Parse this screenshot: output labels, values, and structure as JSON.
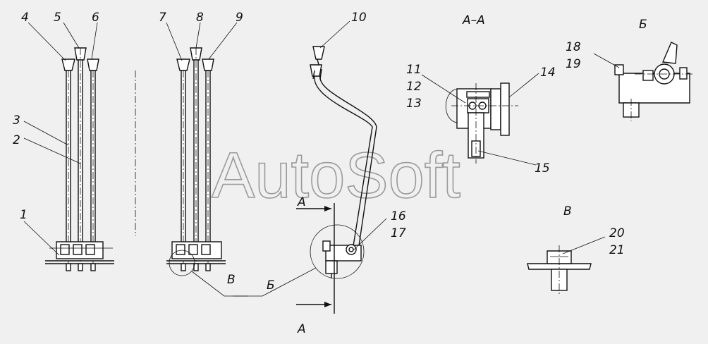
{
  "watermark": "AutoSoft",
  "views": {
    "section_aa": "А–А",
    "view_b": "Б",
    "view_v": "В"
  },
  "markers": {
    "a_top": "А",
    "a_bottom": "А",
    "b_callout": "Б",
    "v_callout": "В"
  },
  "callouts": [
    "1",
    "2",
    "3",
    "4",
    "5",
    "6",
    "7",
    "8",
    "9",
    "10",
    "11",
    "12",
    "13",
    "14",
    "15",
    "16",
    "17",
    "18",
    "19",
    "20",
    "21"
  ]
}
